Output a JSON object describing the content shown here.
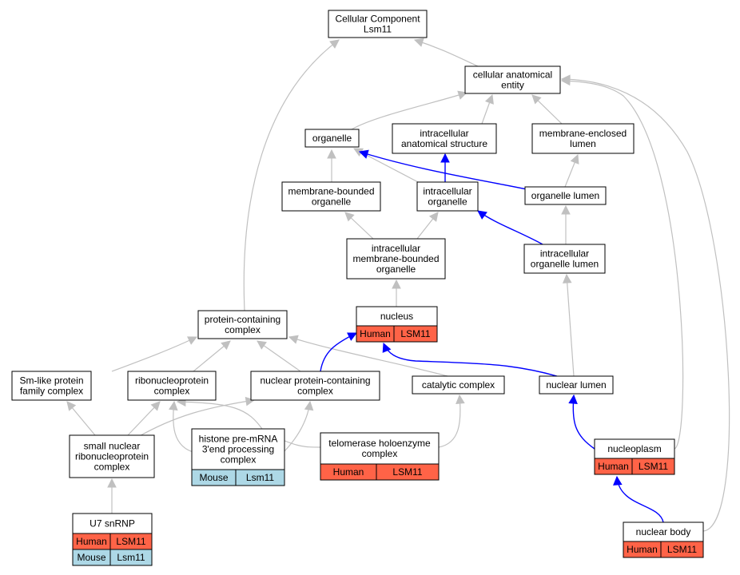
{
  "colors": {
    "human": "#ff6347",
    "mouse": "#add8e6",
    "edge_gray": "#c0c0c0",
    "edge_blue": "#0000ff"
  },
  "nodes": {
    "cellular_component": [
      "Cellular Component",
      "Lsm11"
    ],
    "cellular_anatomical_entity": [
      "cellular anatomical",
      "entity"
    ],
    "organelle": [
      "organelle"
    ],
    "intracellular_anatomical_structure": [
      "intracellular",
      "anatomical structure"
    ],
    "membrane_enclosed_lumen": [
      "membrane-enclosed",
      "lumen"
    ],
    "membrane_bounded_organelle": [
      "membrane-bounded",
      "organelle"
    ],
    "intracellular_organelle": [
      "intracellular",
      "organelle"
    ],
    "organelle_lumen": [
      "organelle lumen"
    ],
    "intracellular_membrane_bounded_organelle": [
      "intracellular",
      "membrane-bounded",
      "organelle"
    ],
    "intracellular_organelle_lumen": [
      "intracellular",
      "organelle lumen"
    ],
    "nucleus": [
      "nucleus"
    ],
    "protein_containing_complex": [
      "protein-containing",
      "complex"
    ],
    "sm_like_protein_family_complex": [
      "Sm-like protein",
      "family complex"
    ],
    "ribonucleoprotein_complex": [
      "ribonucleoprotein",
      "complex"
    ],
    "nuclear_protein_containing_complex": [
      "nuclear protein-containing",
      "complex"
    ],
    "catalytic_complex": [
      "catalytic complex"
    ],
    "nuclear_lumen": [
      "nuclear lumen"
    ],
    "small_nuclear_ribonucleoprotein_complex": [
      "small nuclear",
      "ribonucleoprotein",
      "complex"
    ],
    "histone_pre_mrna_3end_processing_complex": [
      "histone pre-mRNA",
      "3'end processing",
      "complex"
    ],
    "telomerase_holoenzyme_complex": [
      "telomerase holoenzyme",
      "complex"
    ],
    "nucleoplasm": [
      "nucleoplasm"
    ],
    "u7_snrnp": [
      "U7 snRNP"
    ],
    "nuclear_body": [
      "nuclear body"
    ]
  },
  "annotations": {
    "nucleus": [
      [
        "Human",
        "LSM11"
      ]
    ],
    "histone_pre_mrna_3end_processing_complex": [
      [
        "Mouse",
        "Lsm11"
      ]
    ],
    "telomerase_holoenzyme_complex": [
      [
        "Human",
        "LSM11"
      ]
    ],
    "nucleoplasm": [
      [
        "Human",
        "LSM11"
      ]
    ],
    "u7_snrnp": [
      [
        "Human",
        "LSM11"
      ],
      [
        "Mouse",
        "Lsm11"
      ]
    ],
    "nuclear_body": [
      [
        "Human",
        "LSM11"
      ]
    ]
  },
  "species_colors": {
    "Human": "#ff6347",
    "Mouse": "#add8e6"
  }
}
